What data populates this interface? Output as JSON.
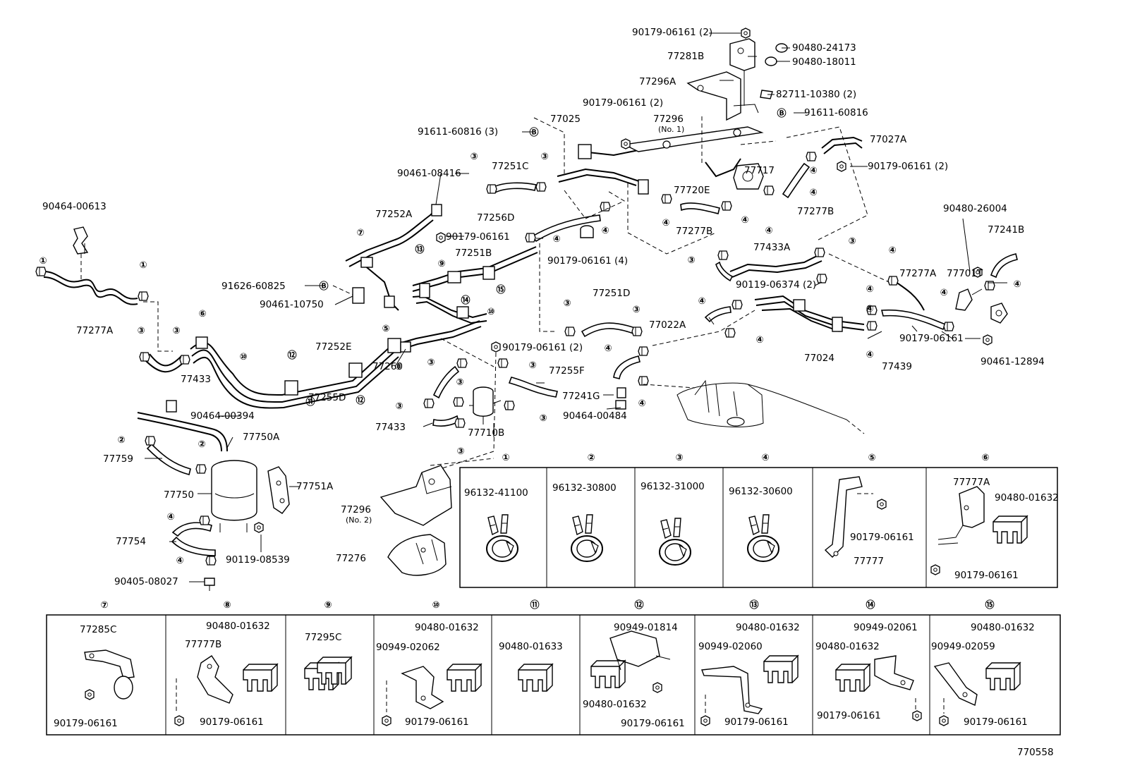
{
  "diagram_id": "770558",
  "colors": {
    "ink": "#000000",
    "paper": "#ffffff"
  },
  "callouts": [
    {
      "id": "c-1a",
      "text": "①"
    },
    {
      "id": "c-1b",
      "text": "①"
    },
    {
      "id": "c-1c",
      "text": "①"
    },
    {
      "id": "c-2a",
      "text": "②"
    },
    {
      "id": "c-2b",
      "text": "②"
    },
    {
      "id": "c-2c",
      "text": "②"
    },
    {
      "id": "c-3",
      "text": "③"
    },
    {
      "id": "c-4",
      "text": "④"
    },
    {
      "id": "c-5",
      "text": "⑤"
    },
    {
      "id": "c-6",
      "text": "⑥"
    },
    {
      "id": "c-7",
      "text": "⑦"
    },
    {
      "id": "c-8",
      "text": "⑧"
    },
    {
      "id": "c-9",
      "text": "⑨"
    },
    {
      "id": "c-10",
      "text": "⑩"
    },
    {
      "id": "c-11",
      "text": "⑪"
    },
    {
      "id": "c-12",
      "text": "⑫"
    },
    {
      "id": "c-13",
      "text": "⑬"
    },
    {
      "id": "c-14",
      "text": "⑭"
    },
    {
      "id": "c-15",
      "text": "⑮"
    },
    {
      "id": "c-B",
      "text": "Ⓑ"
    }
  ],
  "labels": {
    "p90179_06161_2_top": "90179-06161 (2)",
    "p90480_24173": "90480-24173",
    "p77281B": "77281B",
    "p90480_18011": "90480-18011",
    "p77296A": "77296A",
    "p82711_10380_2": "82711-10380 (2)",
    "p90179_06161_2_mid": "90179-06161 (2)",
    "p77296_no1": "77296",
    "p77296_no1_sub": "(No. 1)",
    "p91611_60816_r": "91611-60816",
    "p77025": "77025",
    "p91611_60816_3": "91611-60816 (3)",
    "p77027A": "77027A",
    "p90179_06161_2_r": "90179-06161 (2)",
    "p77717": "77717",
    "p77720E": "77720E",
    "p90461_08416": "90461-08416",
    "p77251C": "77251C",
    "p77277B_1": "77277B",
    "p77277B_2": "77277B",
    "p90464_00613": "90464-00613",
    "p77252A": "77252A",
    "p77256D": "77256D",
    "p90179_06161_m": "90179-06161",
    "p90179_06161_4": "90179-06161 (4)",
    "p77433A": "77433A",
    "p90480_26004": "90480-26004",
    "p77241B": "77241B",
    "p77251B": "77251B",
    "p77277A_r": "77277A",
    "p77701T": "77701T",
    "p91626_60825": "91626-60825",
    "p90461_10750": "90461-10750",
    "p90119_06374_2": "90119-06374 (2)",
    "p77251D": "77251D",
    "p77022A": "77022A",
    "p77277A_l": "77277A",
    "p90179_06161_2_b": "90179-06161 (2)",
    "p77024": "77024",
    "p90179_06161_rr": "90179-06161",
    "p90461_12894": "90461-12894",
    "p77439": "77439",
    "p77433_l": "77433",
    "p77252E": "77252E",
    "p77255F": "77255F",
    "p77241G": "77241G",
    "p77260": "77260",
    "p77255D": "77255D",
    "p90464_00484": "90464-00484",
    "p77433_m": "77433",
    "p77710B": "77710B",
    "p90464_00394": "90464-00394",
    "p77750A": "77750A",
    "p77759": "77759",
    "p77750": "77750",
    "p77751A": "77751A",
    "p77296_no2": "77296",
    "p77296_no2_sub": "(No. 2)",
    "p77754": "77754",
    "p90119_08539": "90119-08539",
    "p77276": "77276",
    "p90405_08027": "90405-08027",
    "b1": "96132-41100",
    "b2": "96132-30800",
    "b3": "96132-31000",
    "b4": "96132-30600",
    "b5_nut": "90179-06161",
    "b5_part": "77777",
    "b6_part": "77777A",
    "b6_clamp": "90480-01632",
    "b6_nut": "90179-06161",
    "b7_part": "77285C",
    "b7_nut": "90179-06161",
    "b8_clamp": "90480-01632",
    "b8_part": "77777B",
    "b8_nut": "90179-06161",
    "b9_part": "77295C",
    "b10_clamp": "90480-01632",
    "b10_part": "90949-02062",
    "b10_nut": "90179-06161",
    "b11_clamp": "90480-01633",
    "b12_part": "90949-01814",
    "b12_clamp": "90480-01632",
    "b12_nut": "90179-06161",
    "b13_clamp": "90480-01632",
    "b13_part": "90949-02060",
    "b13_nut": "90179-06161",
    "b14_part": "90949-02061",
    "b14_clamp": "90480-01632",
    "b14_nut": "90179-06161",
    "b15_clamp": "90480-01632",
    "b15_part": "90949-02059",
    "b15_nut": "90179-06161"
  }
}
